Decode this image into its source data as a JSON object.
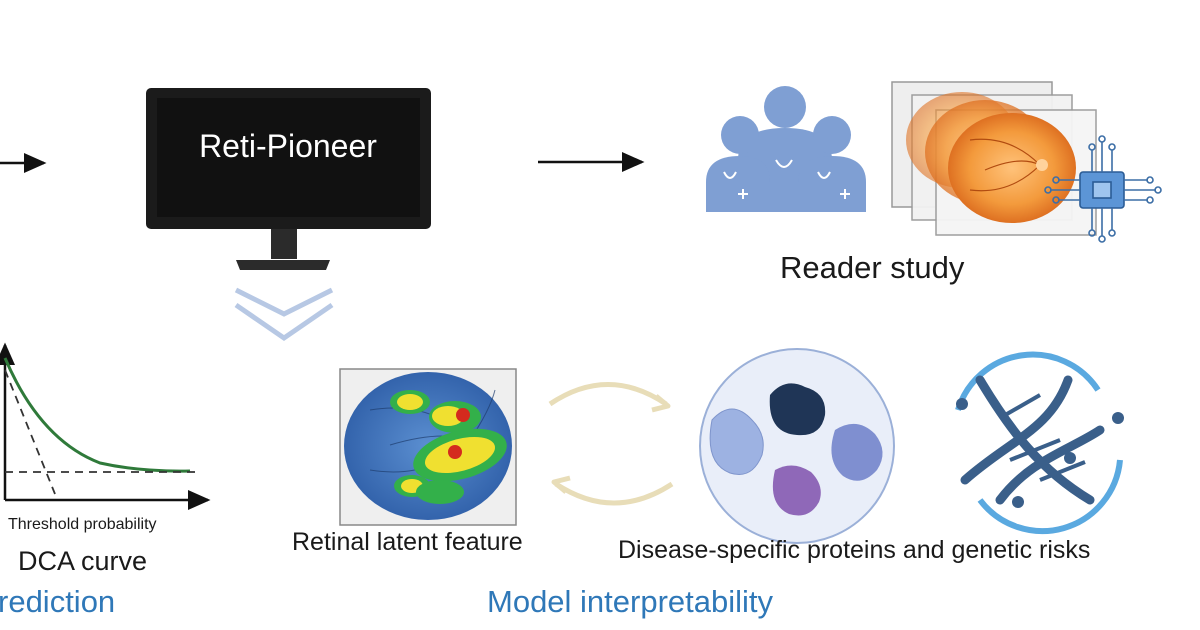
{
  "monitor": {
    "label": "Reti-Pioneer"
  },
  "reader_study": {
    "caption": "Reader study"
  },
  "interpretability": {
    "retinal_caption": "Retinal latent feature",
    "disease_caption": "Disease-specific proteins and genetic risks",
    "section_title": "Model interpretability"
  },
  "dca": {
    "xlabel": "Threshold probability",
    "caption": "DCA curve",
    "section_title": "rediction"
  },
  "colors": {
    "section_blue": "#2f78b8",
    "monitor_black": "#1b1b1b",
    "doctor_blue": "#7f9fd3",
    "retina_orange": "#f39a3c",
    "heatmap_blue": "#3f6fb4",
    "curve_green": "#2f7a3a",
    "arrow_beige": "#e8ddb8",
    "dna_blue": "#3a5f8a"
  },
  "icons": [
    "monitor-icon",
    "doctors-icon",
    "fundus-stack-icon",
    "chip-icon",
    "retina-heatmap-icon",
    "protein-cluster-icon",
    "dna-icon",
    "cycle-arrows-icon",
    "chevron-down-icon"
  ]
}
